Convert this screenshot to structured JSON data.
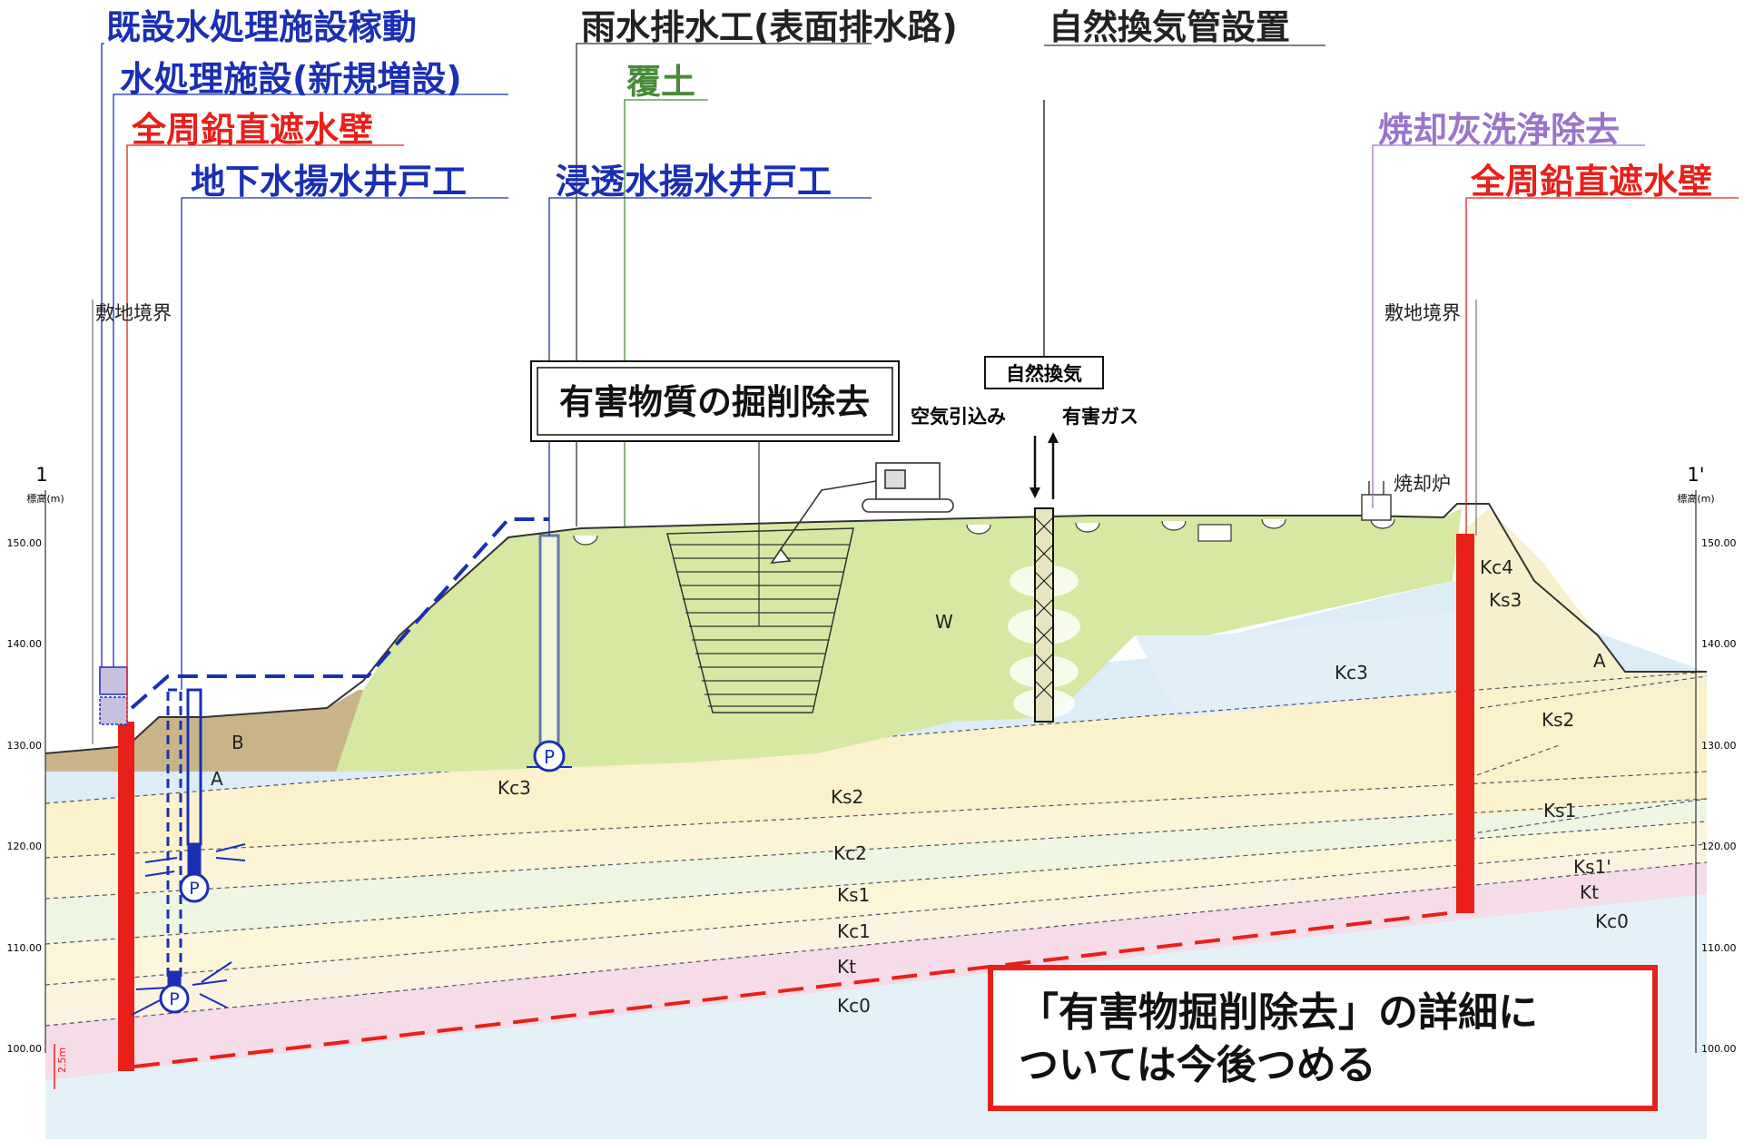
{
  "labels": {
    "existing_treatment": "既設水処理施設稼動",
    "new_treatment": "水処理施設(新規増設)",
    "cutoff_wall_left": "全周鉛直遮水壁",
    "groundwater_well": "地下水揚水井戸工",
    "rain_drain": "雨水排水工(表面排水路)",
    "cover_soil": "覆土",
    "seepage_well": "浸透水揚水井戸工",
    "ventilation_pipe": "自然換気管設置",
    "ash_washing": "焼却灰洗浄除去",
    "cutoff_wall_right": "全周鉛直遮水壁",
    "boundary_left": "敷地境界",
    "boundary_right": "敷地境界",
    "excavation": "有害物質の掘削除去",
    "natural_vent": "自然換気",
    "air_intake": "空気引込み",
    "toxic_gas": "有害ガス",
    "incinerator": "焼却炉",
    "section_left": "1",
    "section_right": "1'",
    "elevation_unit_left": "標高(m)",
    "elevation_unit_right": "標高(m)",
    "dim_25": "2.5m"
  },
  "axis_ticks": [
    "150.00",
    "140.00",
    "130.00",
    "120.00",
    "110.00",
    "100.00"
  ],
  "layers": {
    "W": "W",
    "B": "B",
    "A_left": "A",
    "A_right": "A",
    "Kc3_left": "Kc3",
    "Kc3_right": "Kc3",
    "Ks2": "Ks2",
    "Kc2": "Kc2",
    "Ks1": "Ks1",
    "Kc1": "Kc1",
    "Kt": "Kt",
    "Kc0": "Kc0",
    "Kc4": "Kc4",
    "Ks3": "Ks3",
    "Ks2_right": "Ks2",
    "Ks1_right": "Ks1",
    "Ks1p": "Ks1'",
    "Kt_right": "Kt",
    "Kc0_right": "Kc0",
    "pump": "P"
  },
  "note": {
    "line1": "「有害物掘削除去」の詳細に",
    "line2": "ついては今後つめる"
  },
  "colors": {
    "blue": "#1a2fb4",
    "red": "#e8201a",
    "green_label": "#4a8a3a",
    "purple": "#9b74c9",
    "waste_fill": "#d6e8a2",
    "soil_fill": "#c9b48a"
  }
}
